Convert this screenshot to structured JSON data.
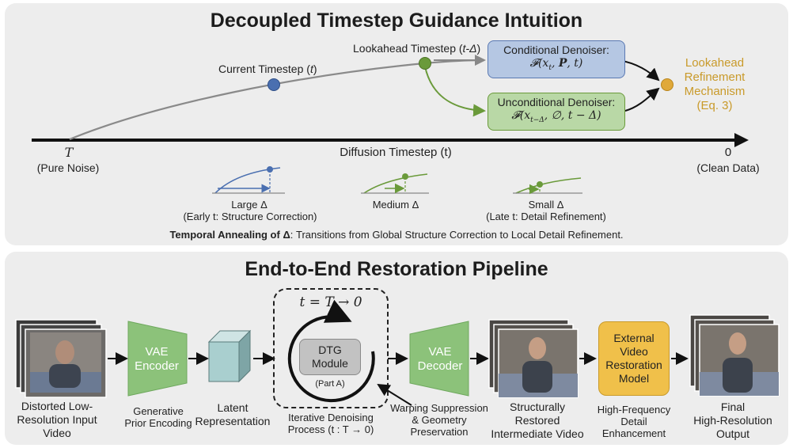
{
  "top": {
    "title": "Decoupled Timestep Guidance Intuition",
    "current_timestep": "Current Timestep (",
    "current_t": "t",
    "close_paren": ")",
    "lookahead_timestep": "Lookahead Timestep (",
    "lookahead_t": "t-Δ",
    "cond_denoiser_title": "Conditional Denoiser:",
    "cond_denoiser_formula": "𝓕(x_t, P, t)",
    "uncond_denoiser_title": "Unconditional Denoiser:",
    "uncond_denoiser_formula": "𝓕(x_{t−Δ}, ∅, t − Δ)",
    "refinement_lines": [
      "Lookahead",
      "Refinement",
      "Mechanism",
      "(Eq. 3)"
    ],
    "axis_left_symbol": "T",
    "axis_left_label": "(Pure Noise)",
    "axis_center_label": "Diffusion Timestep (t)",
    "axis_right_symbol": "0",
    "axis_right_label": "(Clean Data)",
    "delta_large_label": "Large Δ",
    "delta_large_sub": "(Early t: Structure Correction)",
    "delta_medium_label": "Medium Δ",
    "delta_small_label": "Small Δ",
    "delta_small_sub": "(Late t: Detail Refinement)",
    "annealing_bold": "Temporal Annealing of Δ",
    "annealing_rest": ": Transitions from Global Structure Correction to Local Detail Refinement."
  },
  "bottom": {
    "title": "End-to-End Restoration Pipeline",
    "input_label": [
      "Distorted Low-",
      "Resolution Input",
      "Video"
    ],
    "vae_encoder": [
      "VAE",
      "Encoder"
    ],
    "encoder_caption": [
      "Generative",
      "Prior Encoding"
    ],
    "latent_label": [
      "Latent",
      "Representation"
    ],
    "loop_formula": "t = T → 0",
    "dtg_module": [
      "DTG",
      "Module"
    ],
    "part_a": "(Part A)",
    "iterative_caption": [
      "Iterative Denoising",
      "Process (t : T → 0)"
    ],
    "vae_decoder": [
      "VAE",
      "Decoder"
    ],
    "warping_caption": [
      "Warping Suppression",
      "& Geometry",
      "Preservation"
    ],
    "intermediate_label": [
      "Structurally",
      "Restored",
      "Intermediate Video"
    ],
    "external_model": [
      "External",
      "Video",
      "Restoration",
      "Model"
    ],
    "hf_caption": [
      "High-Frequency",
      "Detail",
      "Enhancement"
    ],
    "output_label": [
      "Final",
      "High-Resolution",
      "Output"
    ]
  },
  "colors": {
    "blue_node": "#4a6fb0",
    "green_node": "#6a9a3a",
    "cond_box": "#b5c7e3",
    "uncond_box": "#b9d8a6",
    "gold": "#c99a2a",
    "vae_green": "#8cc27a",
    "dtg_gray": "#c2c2c2",
    "external_gold": "#f0c04a"
  }
}
